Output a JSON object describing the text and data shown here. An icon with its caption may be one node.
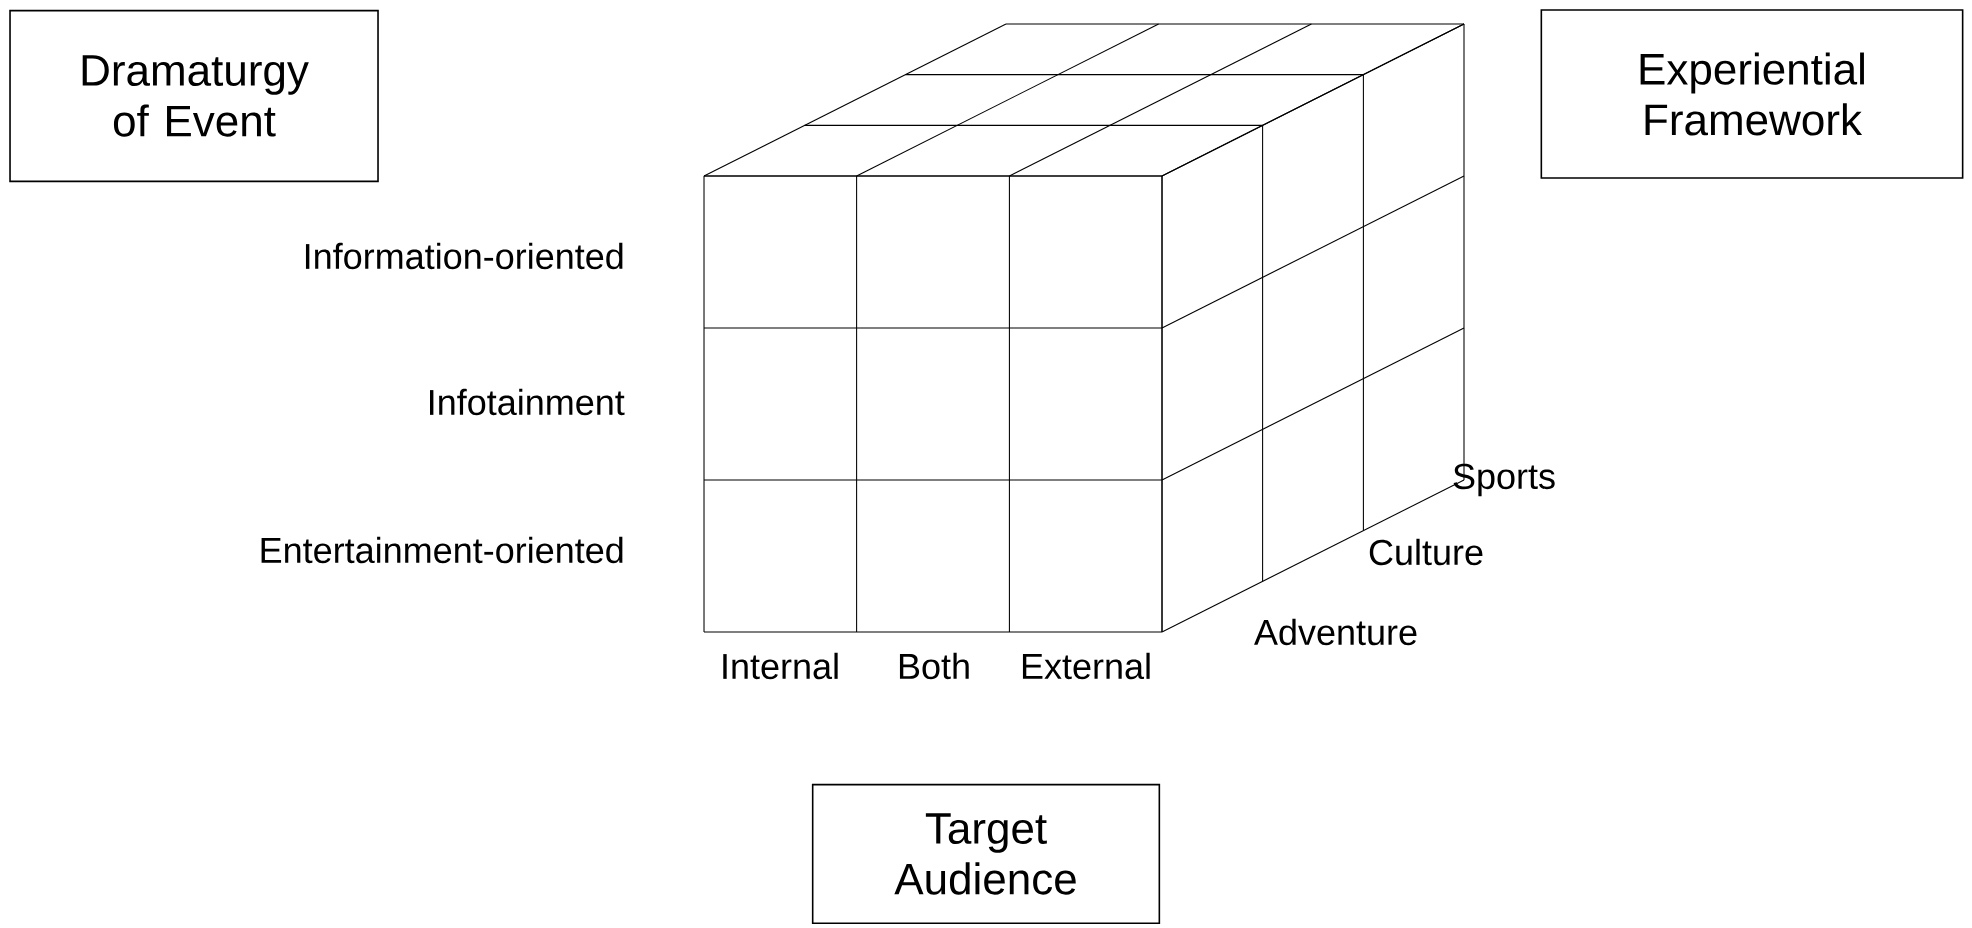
{
  "diagram": {
    "nodes": [
      {
        "text": [
          "Dramaturgy of Event"
        ]
      },
      {
        "text": [
          "Experiential Framework"
        ]
      },
      {
        "text": [
          "Target Audience"
        ]
      }
    ],
    "labels": [
      "Information-oriented",
      "Infotainment",
      "Entertainment-oriented",
      "Sports",
      "Culture",
      "Adventure",
      "Internal",
      "Both",
      "External"
    ]
  }
}
